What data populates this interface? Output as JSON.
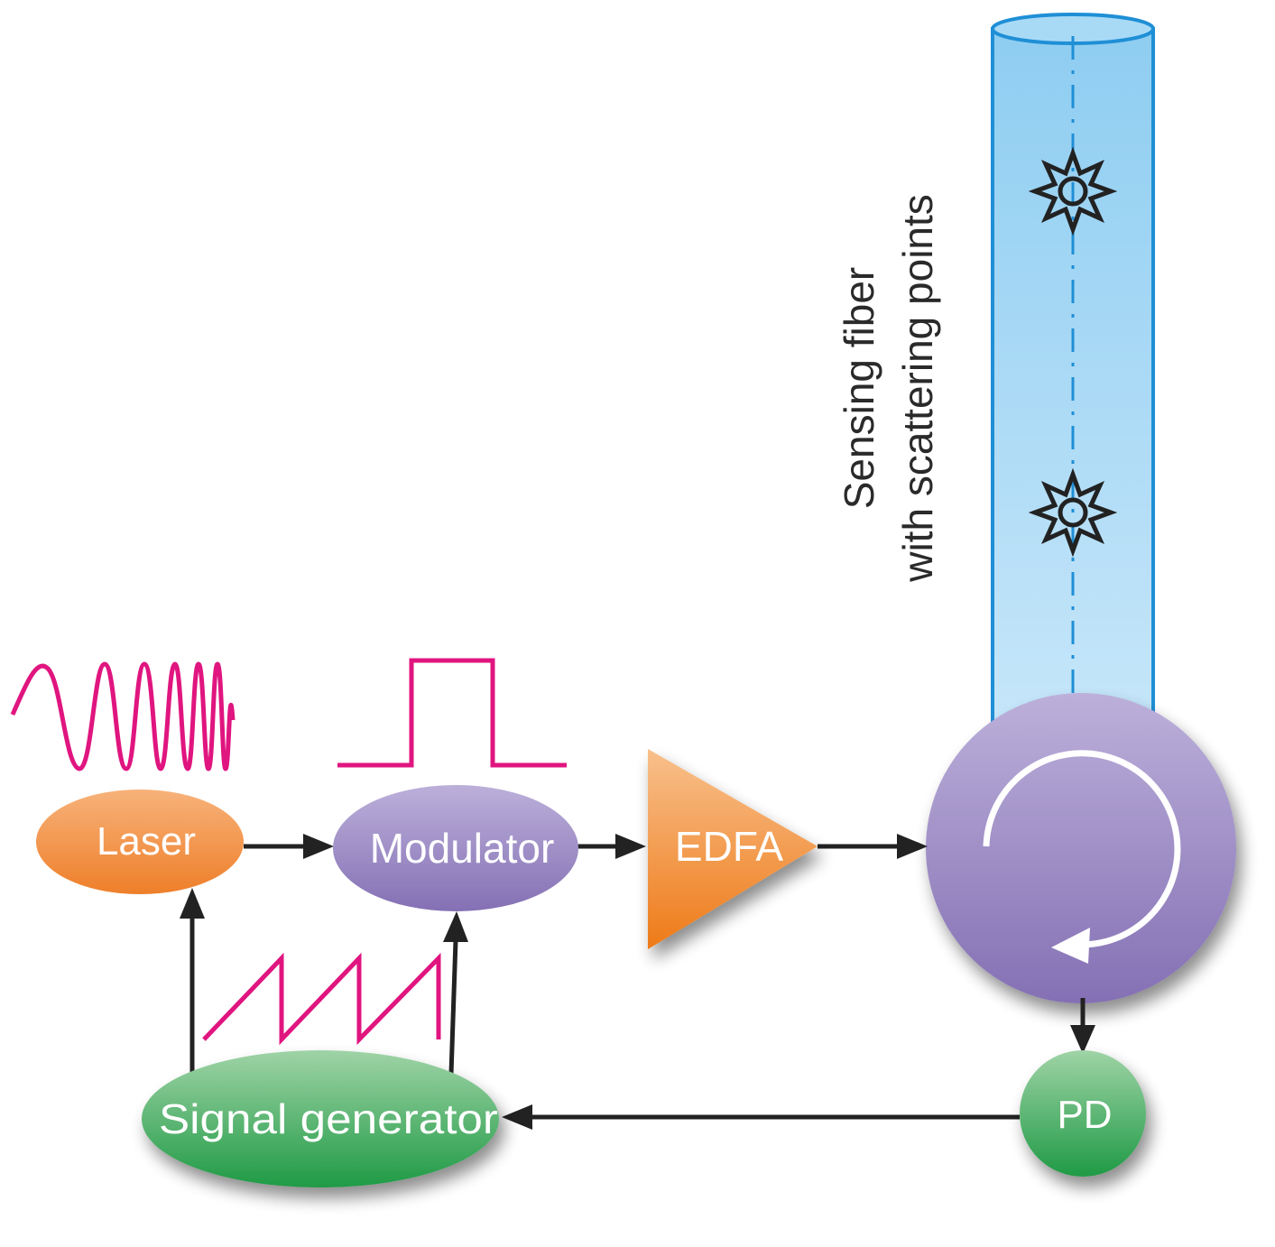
{
  "nodes": {
    "laser": "Laser",
    "modulator": "Modulator",
    "edfa": "EDFA",
    "signal_generator": "Signal generator",
    "pd": "PD"
  },
  "fiber_caption": {
    "line1": "Sensing fiber",
    "line2": "with scattering points"
  },
  "colors": {
    "waveform": "#e0157f",
    "laser": "#f08c3c",
    "modulator": "#9a86c4",
    "edfa": "#f0821e",
    "circulator": "#9a86c4",
    "signal_generator": "#2a9a4a",
    "pd": "#2a9a4a",
    "fiber": "#9fd4f3",
    "fiber_edge": "#1f8fd6",
    "arrow": "#222222"
  },
  "icons": {
    "scatter_point": "star-burst-icon",
    "circulator": "circular-arrow-icon"
  }
}
